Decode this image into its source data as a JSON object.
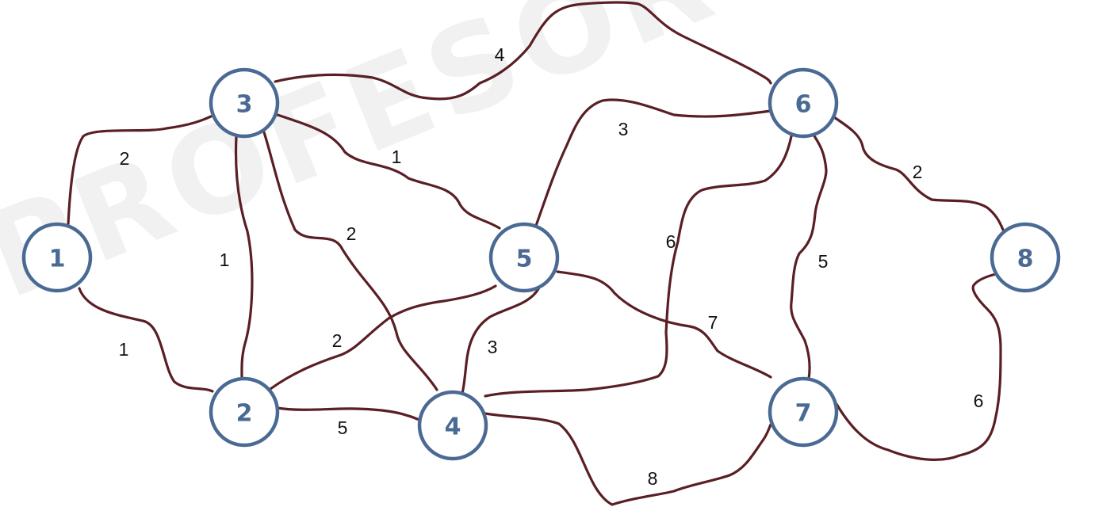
{
  "watermark": "PROFESOR OSCAR LUG",
  "colors": {
    "edge": "#5a1f24",
    "node_stroke": "#4a6a94",
    "node_label": "#4a6a94"
  },
  "nodes": [
    {
      "id": "1",
      "label": "1"
    },
    {
      "id": "2",
      "label": "2"
    },
    {
      "id": "3",
      "label": "3"
    },
    {
      "id": "4",
      "label": "4"
    },
    {
      "id": "5",
      "label": "5"
    },
    {
      "id": "6",
      "label": "6"
    },
    {
      "id": "7",
      "label": "7"
    },
    {
      "id": "8",
      "label": "8"
    }
  ],
  "edges": [
    {
      "from": "1",
      "to": "3",
      "weight": "2"
    },
    {
      "from": "1",
      "to": "2",
      "weight": "1"
    },
    {
      "from": "3",
      "to": "2",
      "weight": "1"
    },
    {
      "from": "3",
      "to": "4",
      "weight": "2"
    },
    {
      "from": "3",
      "to": "5",
      "weight": "1"
    },
    {
      "from": "3",
      "to": "6",
      "weight": "4"
    },
    {
      "from": "2",
      "to": "5",
      "weight": "2"
    },
    {
      "from": "2",
      "to": "4",
      "weight": "5"
    },
    {
      "from": "5",
      "to": "6",
      "weight": "3"
    },
    {
      "from": "5",
      "to": "4",
      "weight": "3"
    },
    {
      "from": "5",
      "to": "7",
      "weight": "7"
    },
    {
      "from": "4",
      "to": "6",
      "weight": "6"
    },
    {
      "from": "4",
      "to": "7",
      "weight": "8"
    },
    {
      "from": "6",
      "to": "7",
      "weight": "5"
    },
    {
      "from": "6",
      "to": "8",
      "weight": "2"
    },
    {
      "from": "7",
      "to": "8",
      "weight": "6"
    }
  ]
}
